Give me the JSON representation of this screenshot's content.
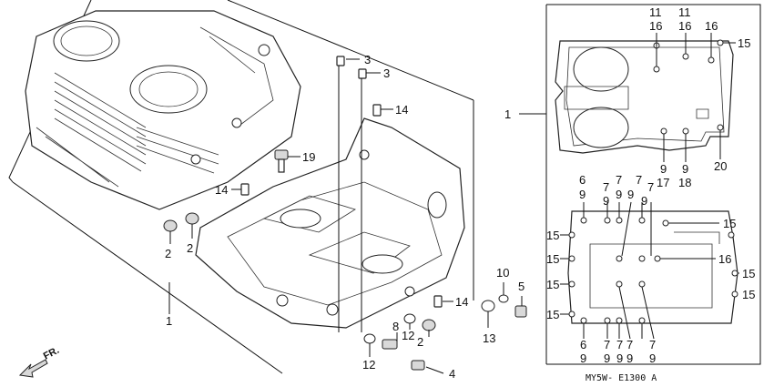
{
  "diagram": {
    "code": "MY5W- E1300 A",
    "direction_label": "FR.",
    "callouts": {
      "c1_main": "1",
      "c1_detail": "1",
      "c2a": "2",
      "c2b": "2",
      "c2c": "2",
      "c3a": "3",
      "c3b": "3",
      "c4": "4",
      "c5": "5",
      "c8": "8",
      "c10": "10",
      "c12a": "12",
      "c12b": "12",
      "c13": "13",
      "c14a": "14",
      "c14b": "14",
      "c14c": "14",
      "c19": "19"
    },
    "upper_view_labels": {
      "t1a": "11",
      "t1b": "16",
      "t2a": "11",
      "t2b": "16",
      "t3": "16",
      "r15": "15",
      "b9a": "9",
      "b17": "17",
      "b9b": "9",
      "b18": "18",
      "b20": "20"
    },
    "lower_view_labels": {
      "t6": "6",
      "t9a": "9",
      "t7a": "7",
      "t9b": "9",
      "t7b": "7",
      "t9c": "9",
      "t7c": "7",
      "t9d": "9",
      "t7d": "7",
      "t9e": "9",
      "r15a": "15",
      "r16": "16",
      "r15b": "15",
      "r15c": "15",
      "l15a": "15",
      "l15b": "15",
      "l15c": "15",
      "l15d": "15",
      "bl6": "6",
      "bl9": "9",
      "b7a": "7",
      "b9a": "9",
      "b7b": "7",
      "b9b": "9",
      "b7c": "7",
      "b9c": "9",
      "b7d": "7",
      "b9d": "9"
    }
  }
}
